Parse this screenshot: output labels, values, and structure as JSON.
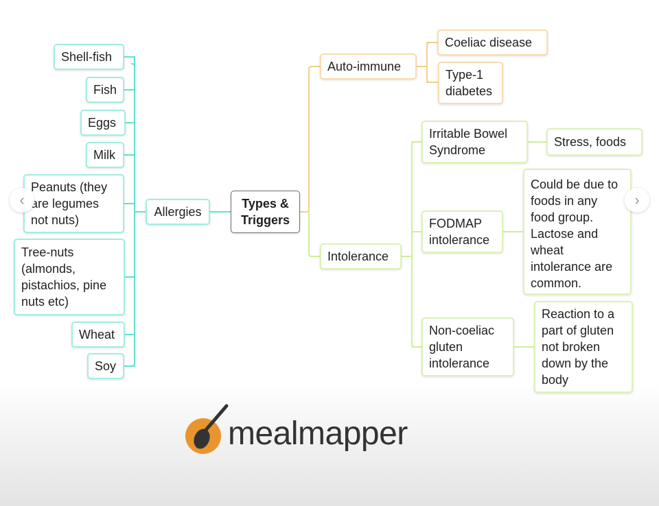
{
  "center": "Types & Triggers",
  "allergies": {
    "label": "Allergies",
    "items": [
      "Shell-fish",
      "Fish",
      "Eggs",
      "Milk",
      "Peanuts (they are legumes not nuts)",
      "Tree-nuts (almonds, pistachios, pine nuts etc)",
      "Wheat",
      "Soy"
    ]
  },
  "auto_immune": {
    "label": "Auto-immune",
    "items": [
      "Coeliac disease",
      "Type-1 diabetes"
    ]
  },
  "intolerance": {
    "label": "Intolerance",
    "items": [
      {
        "label": "Irritable Bowel Syndrome",
        "detail": "Stress, foods"
      },
      {
        "label": "FODMAP intolerance",
        "detail": "Could be due to foods in any food group. Lactose and wheat intolerance are common."
      },
      {
        "label": "Non-coeliac gluten intolerance",
        "detail": "Reaction to a part of gluten not broken down by the body"
      }
    ]
  },
  "brand": {
    "name": "mealmapper",
    "logo_icon": "spoon-in-orange-circle",
    "accent": "#e8952f"
  },
  "colors": {
    "allergy_line": "#5fe1d3",
    "allergy_border": "#9feee3",
    "auto_immune_line": "#f3cf8c",
    "auto_immune_border": "#f8dcb0",
    "intolerance_line": "#cfee9a",
    "intolerance_border": "#dcf2b8"
  },
  "nav": {
    "prev_icon": "chevron-left-icon",
    "next_icon": "chevron-right-icon"
  }
}
